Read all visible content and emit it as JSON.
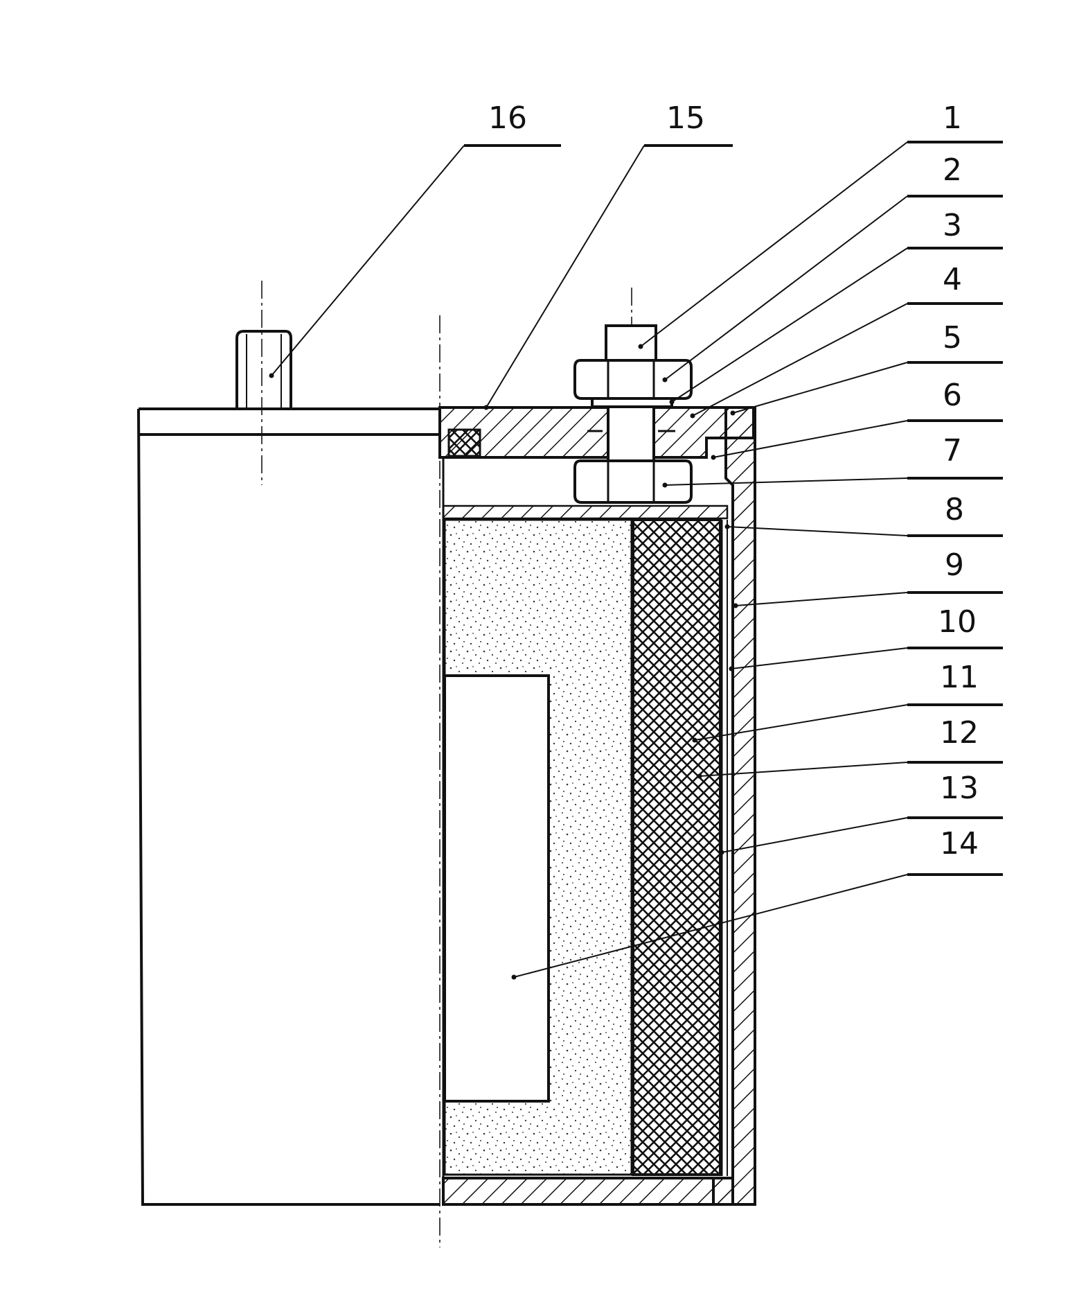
{
  "drawing": {
    "labels": [
      "16",
      "15",
      "1",
      "2",
      "3",
      "4",
      "5",
      "6",
      "7",
      "8",
      "9",
      "10",
      "11",
      "12",
      "13",
      "14"
    ],
    "colors": {
      "ink": "#111111",
      "paper": "#ffffff"
    }
  }
}
